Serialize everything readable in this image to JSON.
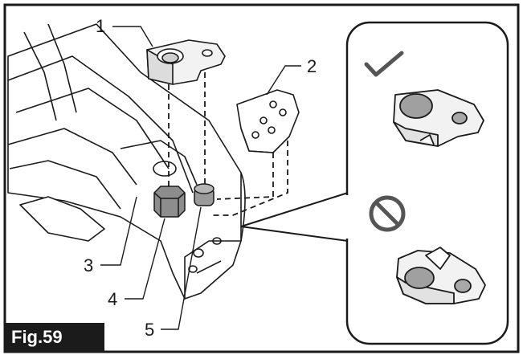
{
  "figure": {
    "label": "Fig.59",
    "callouts": [
      {
        "id": "1",
        "text": "1"
      },
      {
        "id": "2",
        "text": "2"
      },
      {
        "id": "3",
        "text": "3"
      },
      {
        "id": "4",
        "text": "4"
      },
      {
        "id": "5",
        "text": "5"
      }
    ],
    "inset": {
      "correct_icon": "checkmark-icon",
      "incorrect_icon": "prohibited-icon"
    },
    "colors": {
      "line": "#1a1a1a",
      "part_fill": "#f2f2f2",
      "dark_fill": "#a0a0a0",
      "background": "#ffffff"
    }
  }
}
